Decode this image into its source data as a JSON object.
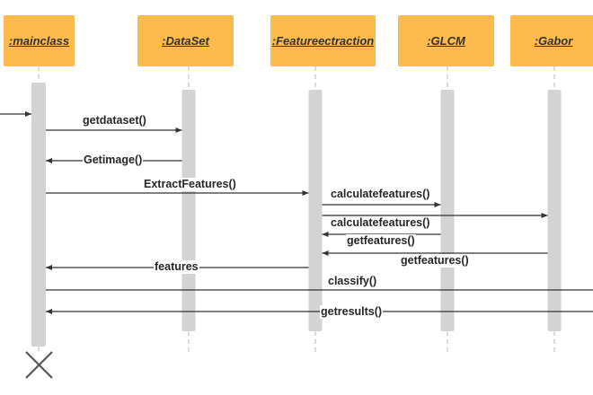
{
  "objects": [
    {
      "id": "mainclass",
      "label": ":mainclass"
    },
    {
      "id": "dataset",
      "label": ":DataSet"
    },
    {
      "id": "featureextraction",
      "label": ":Featureectraction"
    },
    {
      "id": "glcm",
      "label": ":GLCM"
    },
    {
      "id": "gabor",
      "label": ":Gabor"
    }
  ],
  "messages": [
    {
      "id": "m0",
      "from": "external",
      "to": "mainclass",
      "label": "",
      "kind": "call"
    },
    {
      "id": "m1",
      "from": "mainclass",
      "to": "dataset",
      "label": "getdataset()",
      "kind": "call"
    },
    {
      "id": "m2",
      "from": "dataset",
      "to": "mainclass",
      "label": "Getimage()",
      "kind": "return"
    },
    {
      "id": "m3",
      "from": "mainclass",
      "to": "featureextraction",
      "label": "ExtractFeatures()",
      "kind": "call"
    },
    {
      "id": "m4",
      "from": "featureextraction",
      "to": "glcm",
      "label": "calculatefeatures()",
      "kind": "call"
    },
    {
      "id": "m5",
      "from": "featureextraction",
      "to": "gabor",
      "label": "calculatefeatures()",
      "kind": "call"
    },
    {
      "id": "m6",
      "from": "glcm",
      "to": "featureextraction",
      "label": "getfeatures()",
      "kind": "return"
    },
    {
      "id": "m7",
      "from": "gabor",
      "to": "featureextraction",
      "label": "getfeatures()",
      "kind": "return"
    },
    {
      "id": "m8",
      "from": "featureextraction",
      "to": "mainclass",
      "label": "features",
      "kind": "return"
    },
    {
      "id": "m9",
      "from": "mainclass",
      "to": "offscreen-right",
      "label": "classify()",
      "kind": "call"
    },
    {
      "id": "m10",
      "from": "offscreen-right",
      "to": "mainclass",
      "label": "getresults()",
      "kind": "return"
    }
  ],
  "destroy": {
    "object": "mainclass",
    "icon": "x-destroy-icon"
  },
  "colors": {
    "object_box": "#fdba4d",
    "activation_bar": "#d3d3d3",
    "lifeline": "#b8b8b8",
    "message_line": "#333333"
  }
}
